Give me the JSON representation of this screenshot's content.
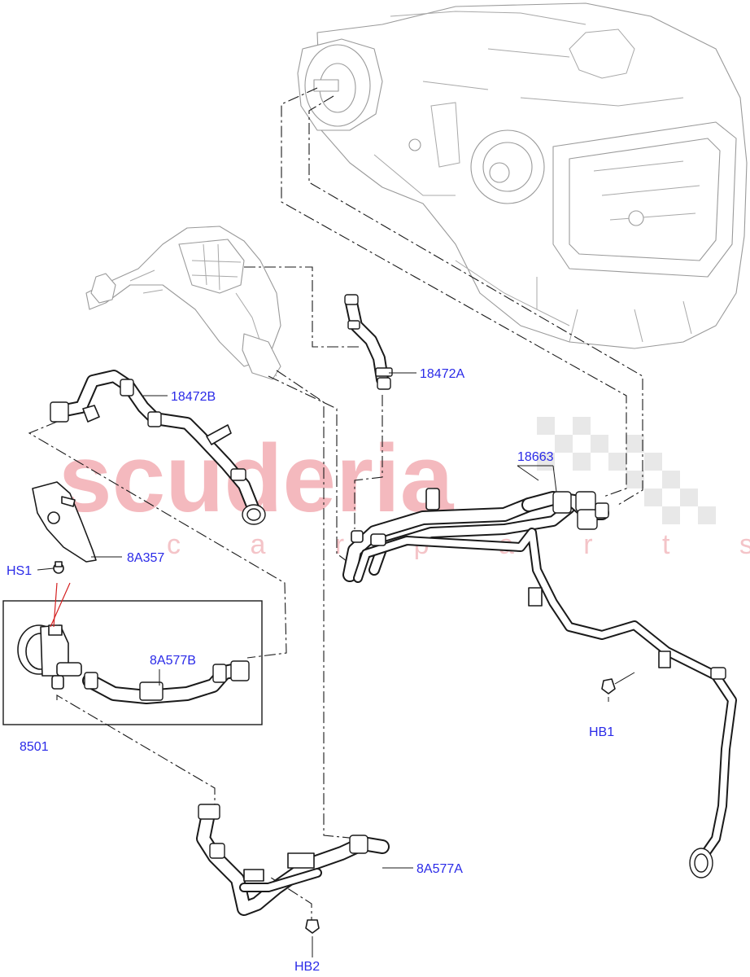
{
  "diagram": {
    "watermark": {
      "brand": "scuderia",
      "subtitle": "c a r p a r t s"
    },
    "callouts": {
      "c_18472A": "18472A",
      "c_18472B": "18472B",
      "c_18663": "18663",
      "c_8A357": "8A357",
      "c_HS1": "HS1",
      "c_8A577B": "8A577B",
      "c_8501": "8501",
      "c_HB1": "HB1",
      "c_8A577A": "8A577A",
      "c_HB2": "HB2"
    },
    "colors": {
      "callout_text": "#2a2ae8",
      "watermark": "#f4b9be",
      "line_art": "#1a1a1a",
      "ghost_art": "#9a9a9a",
      "highlight_leader": "#d42020"
    }
  }
}
